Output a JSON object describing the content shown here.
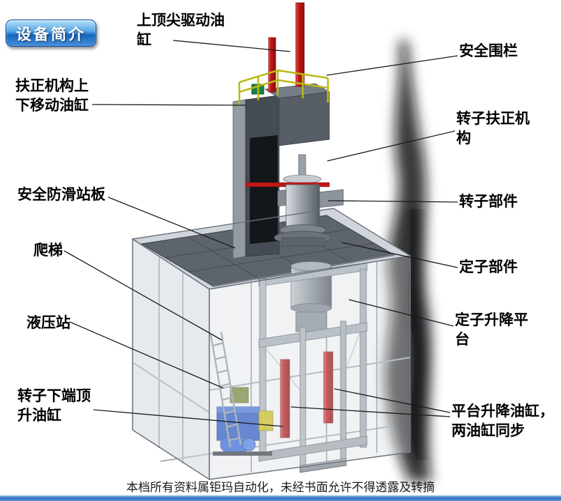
{
  "title_badge": {
    "label": "设备简介"
  },
  "callouts": [
    {
      "id": "top-pin-drive-cylinder",
      "text": "上顶尖驱动油缸"
    },
    {
      "id": "safety-fence",
      "text": "安全围栏"
    },
    {
      "id": "centering-lift-cylinder",
      "text": "扶正机构上下移动油缸"
    },
    {
      "id": "rotor-centering-mechanism",
      "text": "转子扶正机构"
    },
    {
      "id": "anti-slip-platform",
      "text": "安全防滑站板"
    },
    {
      "id": "rotor-component",
      "text": "转子部件"
    },
    {
      "id": "ladder",
      "text": "爬梯"
    },
    {
      "id": "stator-component",
      "text": "定子部件"
    },
    {
      "id": "hydraulic-station",
      "text": "液压站"
    },
    {
      "id": "stator-lift-platform",
      "text": "定子升降平台"
    },
    {
      "id": "rotor-bottom-jack-cylinder",
      "text": "转子下端顶升油缸"
    },
    {
      "id": "platform-lift-cylinders",
      "text": "平台升降油缸，两油缸同步"
    }
  ],
  "footer": {
    "text": "本档所有资料属钜玛自动化，未经书面允许不得透露及转摘"
  },
  "colors": {
    "badge_blue": "#1565c0",
    "cylinder_red": "#c41414",
    "fence_yellow": "#b8ba14",
    "platform_gray": "#5d646c",
    "frame_gray": "#b4bac1",
    "hydraulic_blue": "#2d5cc8",
    "bottom_bar_blue": "#2a6cb8"
  }
}
